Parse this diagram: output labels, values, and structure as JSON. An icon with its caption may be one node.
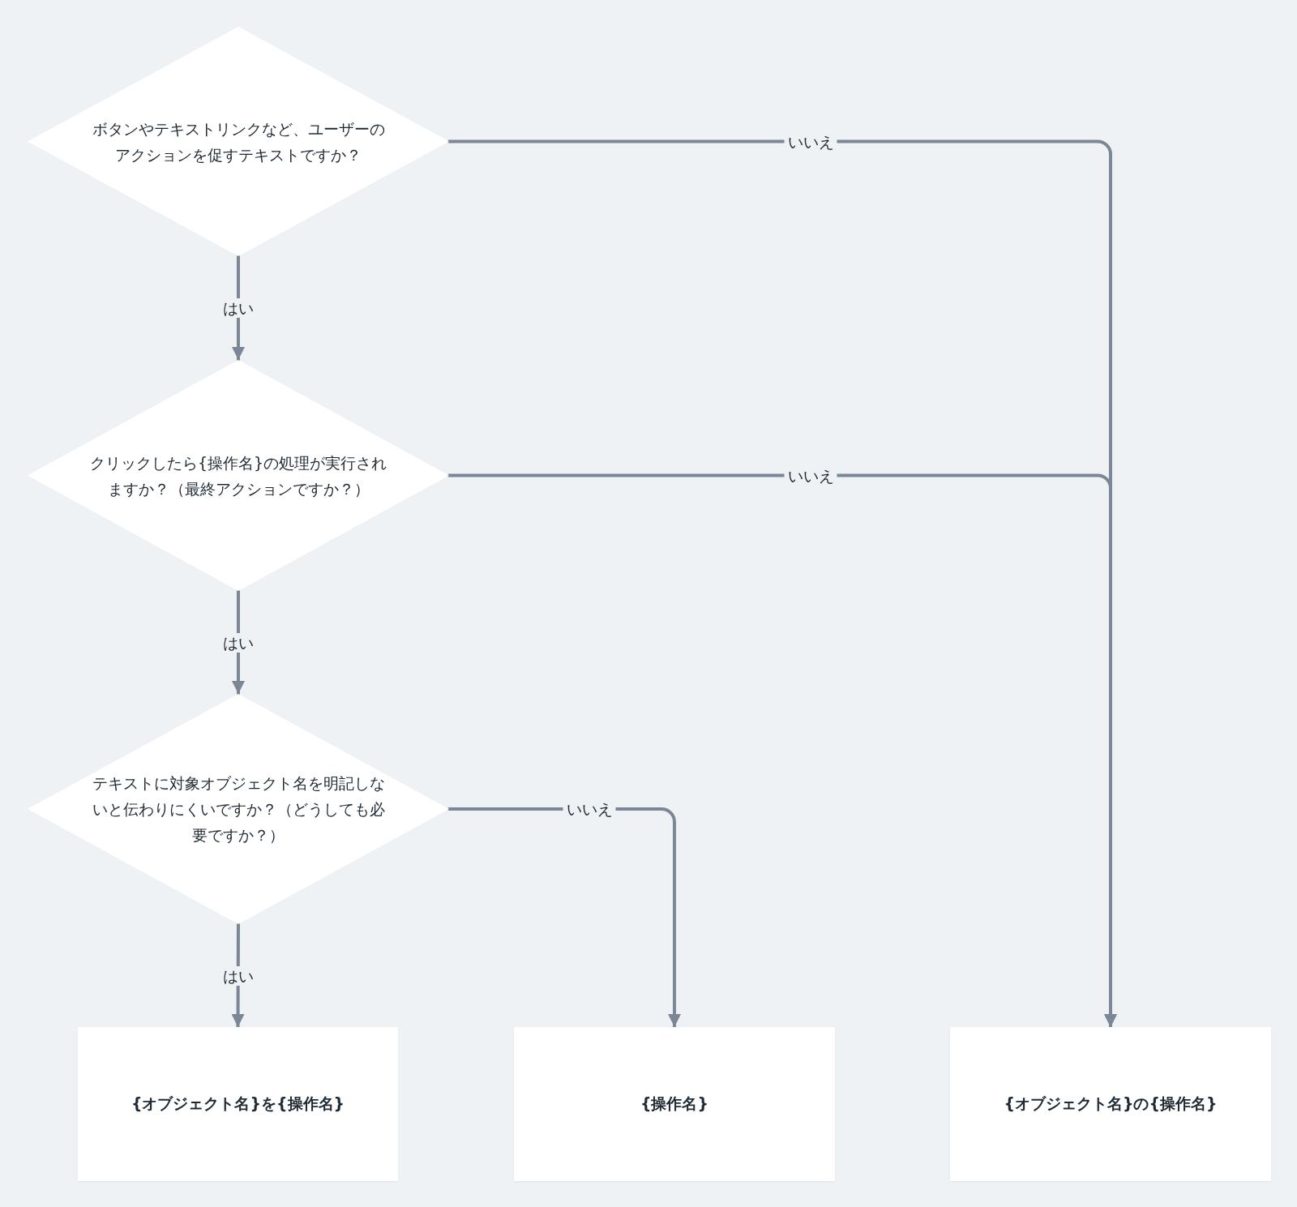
{
  "diagram": {
    "nodes": [
      {
        "text": [
          "ボタンやテキストリンクなど、ユーザーのアクションを促すテキストですか？"
        ]
      },
      {
        "text": [
          "クリックしたら{操作名}の処理が実行されますか？（最終アクションですか？）"
        ]
      },
      {
        "text": [
          "テキストに対象オブジェクト名を明記しないと伝わりにくいですか？（どうしても必要ですか？）"
        ]
      },
      {
        "text": [
          "{オブジェクト名}を{操作名}"
        ]
      },
      {
        "text": [
          "{操作名}"
        ]
      },
      {
        "text": [
          "{オブジェクト名}の{操作名}"
        ]
      }
    ],
    "edges": [
      {
        "from": 0,
        "to": 1,
        "arrow": "to",
        "label": "はい"
      },
      {
        "from": 1,
        "to": 2,
        "arrow": "to",
        "label": "はい"
      },
      {
        "from": 2,
        "to": 3,
        "arrow": "to",
        "label": "はい"
      },
      {
        "from": 0,
        "to": 5,
        "arrow": "to",
        "label": "いいえ"
      },
      {
        "from": 1,
        "to": 5,
        "arrow": "to",
        "label": "いいえ"
      },
      {
        "from": 2,
        "to": 4,
        "arrow": "to",
        "label": "いいえ"
      }
    ]
  }
}
